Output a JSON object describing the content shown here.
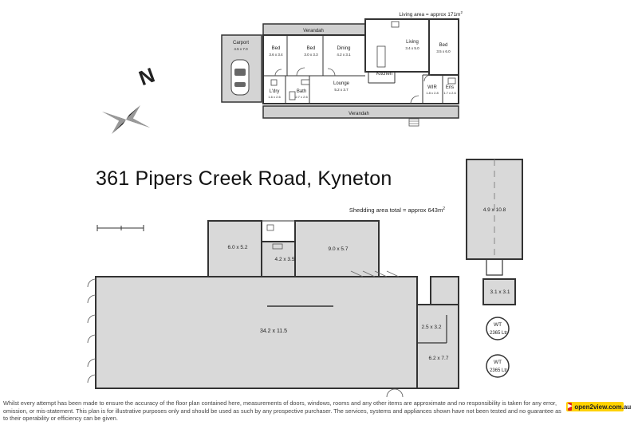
{
  "title": "361 Pipers Creek Road, Kyneton",
  "north_label": "N",
  "house": {
    "living_area": "Living area = approx 171m",
    "living_area_sup": "2",
    "verandah_top": "Verandah",
    "verandah_bottom": "Verandah",
    "carport": {
      "name": "Carport",
      "dims": "4.5 x 7.0"
    },
    "bed1": {
      "name": "Bed",
      "dims": "3.6 x 3.4"
    },
    "bed2": {
      "name": "Bed",
      "dims": "3.0 x 3.3"
    },
    "dining": {
      "name": "Dining",
      "dims": "4.2 x 3.1"
    },
    "living": {
      "name": "Living",
      "dims": "3.4 x 5.0"
    },
    "bed3": {
      "name": "Bed",
      "dims": "3.5 x 6.0"
    },
    "kitchen": {
      "name": "Kitchen"
    },
    "lounge": {
      "name": "Lounge",
      "dims": "5.2 x 3.7"
    },
    "ldry": {
      "name": "L'dry",
      "dims": "1.6 x 2.6"
    },
    "bath": {
      "name": "Bath",
      "dims": "2.7 x 2.6"
    },
    "wir": {
      "name": "WIR",
      "dims": "1.8 x 2.8"
    },
    "ens": {
      "name": "Ens",
      "dims": "1.7 x 2.6"
    }
  },
  "shedding": {
    "area": "Shedding area total = approx 643m",
    "area_sup": "2",
    "shed_tall": "4.9 x 10.8",
    "room_a": "6.0 x 5.2",
    "room_b": "4.2 x 3.5",
    "room_c": "9.0 x 5.7",
    "main": "34.2 x 11.5",
    "room_d": "2.5 x 3.2",
    "room_e": "6.2 x 7.7",
    "small": "3.1 x 3.1",
    "tank1": {
      "name": "WT",
      "capacity": "2365 Ltr"
    },
    "tank2": {
      "name": "WT",
      "capacity": "2365 Ltr"
    }
  },
  "disclaimer": "Whilst every attempt has been made to ensure the accuracy of the floor plan contained here, measurements of doors, windows, rooms and any other items are approximate and no responsibility is taken for any error, omission, or mis-statement. This plan is for illustrative purposes only and should be used as such by any prospective purchaser. The services, systems and appliances shown have not been tested and no guarantee as to their operability or efficiency can be given.",
  "logo_text": "open2view.com.au",
  "colors": {
    "wall": "#333333",
    "verandah": "#d0d0d0",
    "shaded_room": "#d9d9d9",
    "logo_bg": "#ffd200",
    "logo_mark": "#e02020"
  }
}
